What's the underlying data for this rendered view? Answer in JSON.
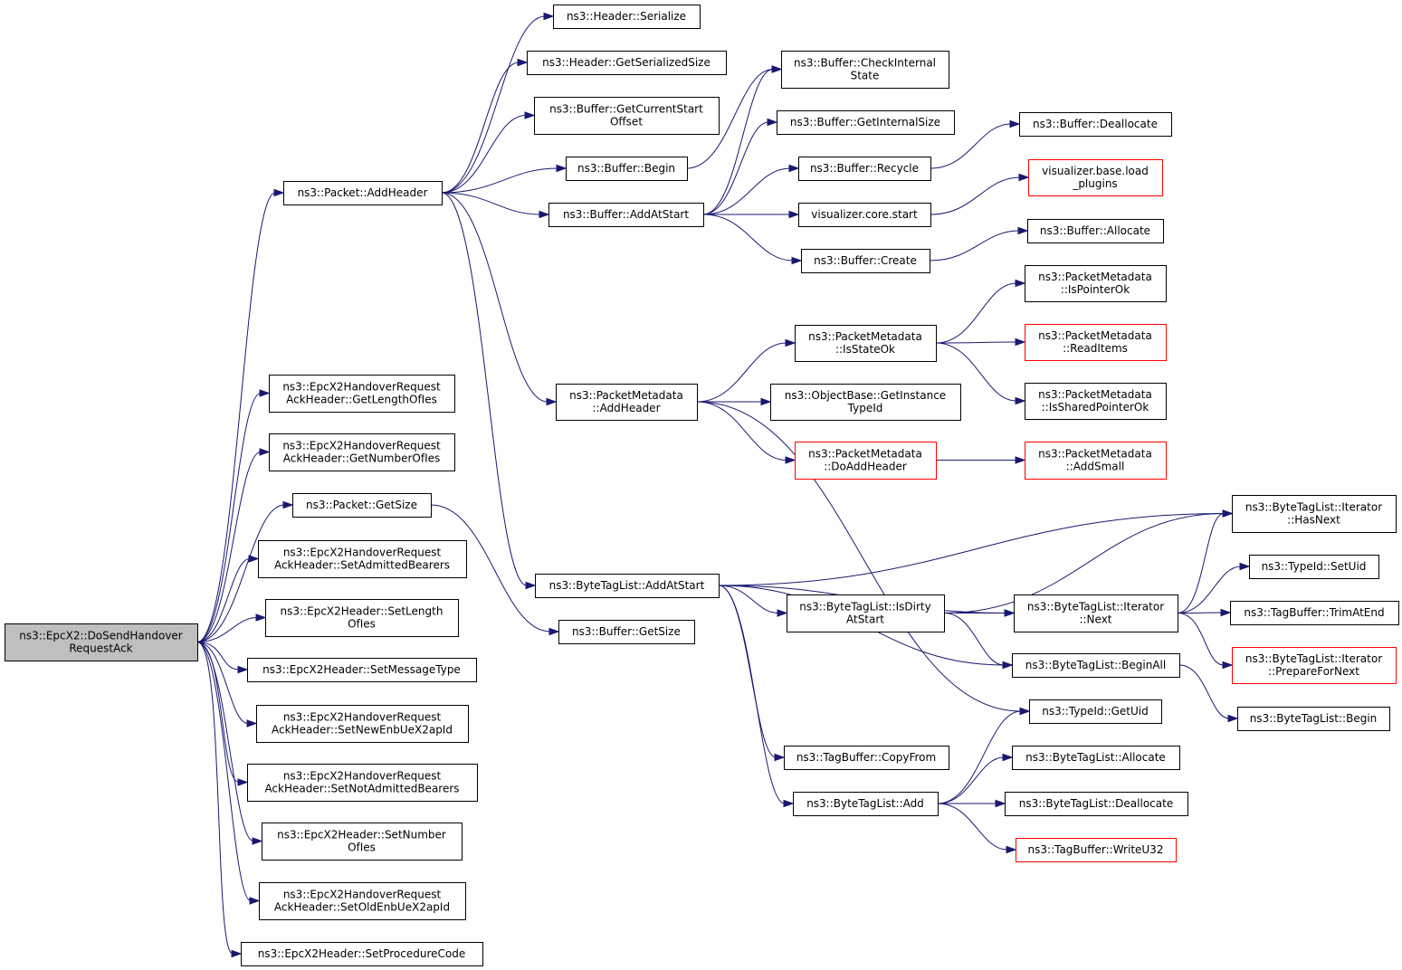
{
  "colors": {
    "edge": "#191970",
    "node_border": "#000000",
    "node_border_truncated": "#ff0000",
    "node_fill": "#ffffff",
    "focus_fill": "#bfbfbf"
  },
  "nodes": [
    {
      "id": "doSendHandoverRequestAck",
      "lines": [
        "ns3::EpcX2::DoSendHandover",
        "RequestAck"
      ],
      "style": "focus"
    },
    {
      "id": "packetAddHeader",
      "lines": [
        "ns3::Packet::AddHeader"
      ],
      "style": "normal"
    },
    {
      "id": "getLengthOfIes",
      "lines": [
        "ns3::EpcX2HandoverRequest",
        "AckHeader::GetLengthOfIes"
      ],
      "style": "normal"
    },
    {
      "id": "getNumberOfIes",
      "lines": [
        "ns3::EpcX2HandoverRequest",
        "AckHeader::GetNumberOfIes"
      ],
      "style": "normal"
    },
    {
      "id": "packetGetSize",
      "lines": [
        "ns3::Packet::GetSize"
      ],
      "style": "normal"
    },
    {
      "id": "setAdmittedBearers",
      "lines": [
        "ns3::EpcX2HandoverRequest",
        "AckHeader::SetAdmittedBearers"
      ],
      "style": "normal"
    },
    {
      "id": "setLengthOfIes",
      "lines": [
        "ns3::EpcX2Header::SetLength",
        "OfIes"
      ],
      "style": "normal"
    },
    {
      "id": "setMessageType",
      "lines": [
        "ns3::EpcX2Header::SetMessageType"
      ],
      "style": "normal"
    },
    {
      "id": "setNewEnbUeX2apId",
      "lines": [
        "ns3::EpcX2HandoverRequest",
        "AckHeader::SetNewEnbUeX2apId"
      ],
      "style": "normal"
    },
    {
      "id": "setNotAdmittedBearers",
      "lines": [
        "ns3::EpcX2HandoverRequest",
        "AckHeader::SetNotAdmittedBearers"
      ],
      "style": "normal"
    },
    {
      "id": "setNumberOfIes",
      "lines": [
        "ns3::EpcX2Header::SetNumber",
        "OfIes"
      ],
      "style": "normal"
    },
    {
      "id": "setOldEnbUeX2apId",
      "lines": [
        "ns3::EpcX2HandoverRequest",
        "AckHeader::SetOldEnbUeX2apId"
      ],
      "style": "normal"
    },
    {
      "id": "setProcedureCode",
      "lines": [
        "ns3::EpcX2Header::SetProcedureCode"
      ],
      "style": "normal"
    },
    {
      "id": "headerSerialize",
      "lines": [
        "ns3::Header::Serialize"
      ],
      "style": "normal"
    },
    {
      "id": "headerGetSerializedSize",
      "lines": [
        "ns3::Header::GetSerializedSize"
      ],
      "style": "normal"
    },
    {
      "id": "bufferGetCurrentStartOffset",
      "lines": [
        "ns3::Buffer::GetCurrentStart",
        "Offset"
      ],
      "style": "normal"
    },
    {
      "id": "bufferBegin",
      "lines": [
        "ns3::Buffer::Begin"
      ],
      "style": "normal"
    },
    {
      "id": "bufferAddAtStart",
      "lines": [
        "ns3::Buffer::AddAtStart"
      ],
      "style": "normal"
    },
    {
      "id": "packetMetadataAddHeader",
      "lines": [
        "ns3::PacketMetadata",
        "::AddHeader"
      ],
      "style": "normal"
    },
    {
      "id": "byteTagListAddAtStart",
      "lines": [
        "ns3::ByteTagList::AddAtStart"
      ],
      "style": "normal"
    },
    {
      "id": "bufferGetSize",
      "lines": [
        "ns3::Buffer::GetSize"
      ],
      "style": "normal"
    },
    {
      "id": "bufferCheckInternalState",
      "lines": [
        "ns3::Buffer::CheckInternal",
        "State"
      ],
      "style": "normal"
    },
    {
      "id": "bufferGetInternalSize",
      "lines": [
        "ns3::Buffer::GetInternalSize"
      ],
      "style": "normal"
    },
    {
      "id": "bufferRecycle",
      "lines": [
        "ns3::Buffer::Recycle"
      ],
      "style": "normal"
    },
    {
      "id": "visualizerCoreStart",
      "lines": [
        "visualizer.core.start"
      ],
      "style": "normal"
    },
    {
      "id": "bufferCreate",
      "lines": [
        "ns3::Buffer::Create"
      ],
      "style": "normal"
    },
    {
      "id": "packetMetadataIsStateOk",
      "lines": [
        "ns3::PacketMetadata",
        "::IsStateOk"
      ],
      "style": "normal"
    },
    {
      "id": "objectBaseGetInstanceTypeId",
      "lines": [
        "ns3::ObjectBase::GetInstance",
        "TypeId"
      ],
      "style": "normal"
    },
    {
      "id": "packetMetadataDoAddHeader",
      "lines": [
        "ns3::PacketMetadata",
        "::DoAddHeader"
      ],
      "style": "truncated"
    },
    {
      "id": "byteTagListIsDirtyAtStart",
      "lines": [
        "ns3::ByteTagList::IsDirty",
        "AtStart"
      ],
      "style": "normal"
    },
    {
      "id": "tagBufferCopyFrom",
      "lines": [
        "ns3::TagBuffer::CopyFrom"
      ],
      "style": "normal"
    },
    {
      "id": "byteTagListAdd",
      "lines": [
        "ns3::ByteTagList::Add"
      ],
      "style": "normal"
    },
    {
      "id": "bufferDeallocate",
      "lines": [
        "ns3::Buffer::Deallocate"
      ],
      "style": "normal"
    },
    {
      "id": "visualizerBaseLoadPlugins",
      "lines": [
        "visualizer.base.load",
        "_plugins"
      ],
      "style": "truncated"
    },
    {
      "id": "bufferAllocate",
      "lines": [
        "ns3::Buffer::Allocate"
      ],
      "style": "normal"
    },
    {
      "id": "packetMetadataIsPointerOk",
      "lines": [
        "ns3::PacketMetadata",
        "::IsPointerOk"
      ],
      "style": "normal"
    },
    {
      "id": "packetMetadataReadItems",
      "lines": [
        "ns3::PacketMetadata",
        "::ReadItems"
      ],
      "style": "truncated"
    },
    {
      "id": "packetMetadataIsSharedPointerOk",
      "lines": [
        "ns3::PacketMetadata",
        "::IsSharedPointerOk"
      ],
      "style": "normal"
    },
    {
      "id": "packetMetadataAddSmall",
      "lines": [
        "ns3::PacketMetadata",
        "::AddSmall"
      ],
      "style": "truncated"
    },
    {
      "id": "iteratorNext",
      "lines": [
        "ns3::ByteTagList::Iterator",
        "::Next"
      ],
      "style": "normal"
    },
    {
      "id": "byteTagListBeginAll",
      "lines": [
        "ns3::ByteTagList::BeginAll"
      ],
      "style": "normal"
    },
    {
      "id": "typeIdGetUid",
      "lines": [
        "ns3::TypeId::GetUid"
      ],
      "style": "normal"
    },
    {
      "id": "byteTagListAllocate",
      "lines": [
        "ns3::ByteTagList::Allocate"
      ],
      "style": "normal"
    },
    {
      "id": "byteTagListDeallocate",
      "lines": [
        "ns3::ByteTagList::Deallocate"
      ],
      "style": "normal"
    },
    {
      "id": "tagBufferWriteU32",
      "lines": [
        "ns3::TagBuffer::WriteU32"
      ],
      "style": "truncated"
    },
    {
      "id": "iteratorHasNext",
      "lines": [
        "ns3::ByteTagList::Iterator",
        "::HasNext"
      ],
      "style": "normal"
    },
    {
      "id": "typeIdSetUid",
      "lines": [
        "ns3::TypeId::SetUid"
      ],
      "style": "normal"
    },
    {
      "id": "tagBufferTrimAtEnd",
      "lines": [
        "ns3::TagBuffer::TrimAtEnd"
      ],
      "style": "normal"
    },
    {
      "id": "iteratorPrepareForNext",
      "lines": [
        "ns3::ByteTagList::Iterator",
        "::PrepareForNext"
      ],
      "style": "truncated"
    },
    {
      "id": "byteTagListBegin",
      "lines": [
        "ns3::ByteTagList::Begin"
      ],
      "style": "normal"
    }
  ],
  "edges": [
    [
      "doSendHandoverRequestAck",
      "packetAddHeader"
    ],
    [
      "doSendHandoverRequestAck",
      "getLengthOfIes"
    ],
    [
      "doSendHandoverRequestAck",
      "getNumberOfIes"
    ],
    [
      "doSendHandoverRequestAck",
      "packetGetSize"
    ],
    [
      "doSendHandoverRequestAck",
      "setAdmittedBearers"
    ],
    [
      "doSendHandoverRequestAck",
      "setLengthOfIes"
    ],
    [
      "doSendHandoverRequestAck",
      "setMessageType"
    ],
    [
      "doSendHandoverRequestAck",
      "setNewEnbUeX2apId"
    ],
    [
      "doSendHandoverRequestAck",
      "setNotAdmittedBearers"
    ],
    [
      "doSendHandoverRequestAck",
      "setNumberOfIes"
    ],
    [
      "doSendHandoverRequestAck",
      "setOldEnbUeX2apId"
    ],
    [
      "doSendHandoverRequestAck",
      "setProcedureCode"
    ],
    [
      "packetAddHeader",
      "headerSerialize"
    ],
    [
      "packetAddHeader",
      "headerGetSerializedSize"
    ],
    [
      "packetAddHeader",
      "bufferGetCurrentStartOffset"
    ],
    [
      "packetAddHeader",
      "bufferBegin"
    ],
    [
      "packetAddHeader",
      "bufferAddAtStart"
    ],
    [
      "packetAddHeader",
      "packetMetadataAddHeader"
    ],
    [
      "packetAddHeader",
      "byteTagListAddAtStart"
    ],
    [
      "packetGetSize",
      "bufferGetSize"
    ],
    [
      "bufferBegin",
      "bufferCheckInternalState"
    ],
    [
      "bufferAddAtStart",
      "bufferCheckInternalState"
    ],
    [
      "bufferAddAtStart",
      "bufferGetInternalSize"
    ],
    [
      "bufferAddAtStart",
      "bufferRecycle"
    ],
    [
      "bufferAddAtStart",
      "visualizerCoreStart"
    ],
    [
      "bufferAddAtStart",
      "bufferCreate"
    ],
    [
      "bufferRecycle",
      "bufferDeallocate"
    ],
    [
      "visualizerCoreStart",
      "visualizerBaseLoadPlugins"
    ],
    [
      "bufferCreate",
      "bufferAllocate"
    ],
    [
      "packetMetadataAddHeader",
      "packetMetadataIsStateOk"
    ],
    [
      "packetMetadataAddHeader",
      "objectBaseGetInstanceTypeId"
    ],
    [
      "packetMetadataAddHeader",
      "packetMetadataDoAddHeader"
    ],
    [
      "packetMetadataAddHeader",
      "typeIdGetUid"
    ],
    [
      "packetMetadataIsStateOk",
      "packetMetadataIsPointerOk"
    ],
    [
      "packetMetadataIsStateOk",
      "packetMetadataReadItems"
    ],
    [
      "packetMetadataIsStateOk",
      "packetMetadataIsSharedPointerOk"
    ],
    [
      "packetMetadataDoAddHeader",
      "packetMetadataAddSmall"
    ],
    [
      "byteTagListAddAtStart",
      "iteratorHasNext"
    ],
    [
      "byteTagListAddAtStart",
      "iteratorNext"
    ],
    [
      "byteTagListAddAtStart",
      "byteTagListIsDirtyAtStart"
    ],
    [
      "byteTagListAddAtStart",
      "byteTagListBeginAll"
    ],
    [
      "byteTagListAddAtStart",
      "tagBufferCopyFrom"
    ],
    [
      "byteTagListAddAtStart",
      "byteTagListAdd"
    ],
    [
      "byteTagListIsDirtyAtStart",
      "iteratorHasNext"
    ],
    [
      "byteTagListIsDirtyAtStart",
      "iteratorNext"
    ],
    [
      "byteTagListIsDirtyAtStart",
      "byteTagListBeginAll"
    ],
    [
      "iteratorNext",
      "iteratorHasNext"
    ],
    [
      "iteratorNext",
      "typeIdSetUid"
    ],
    [
      "iteratorNext",
      "tagBufferTrimAtEnd"
    ],
    [
      "iteratorNext",
      "iteratorPrepareForNext"
    ],
    [
      "byteTagListBeginAll",
      "byteTagListBegin"
    ],
    [
      "byteTagListAdd",
      "typeIdGetUid"
    ],
    [
      "byteTagListAdd",
      "byteTagListAllocate"
    ],
    [
      "byteTagListAdd",
      "byteTagListDeallocate"
    ],
    [
      "byteTagListAdd",
      "tagBufferWriteU32"
    ]
  ]
}
